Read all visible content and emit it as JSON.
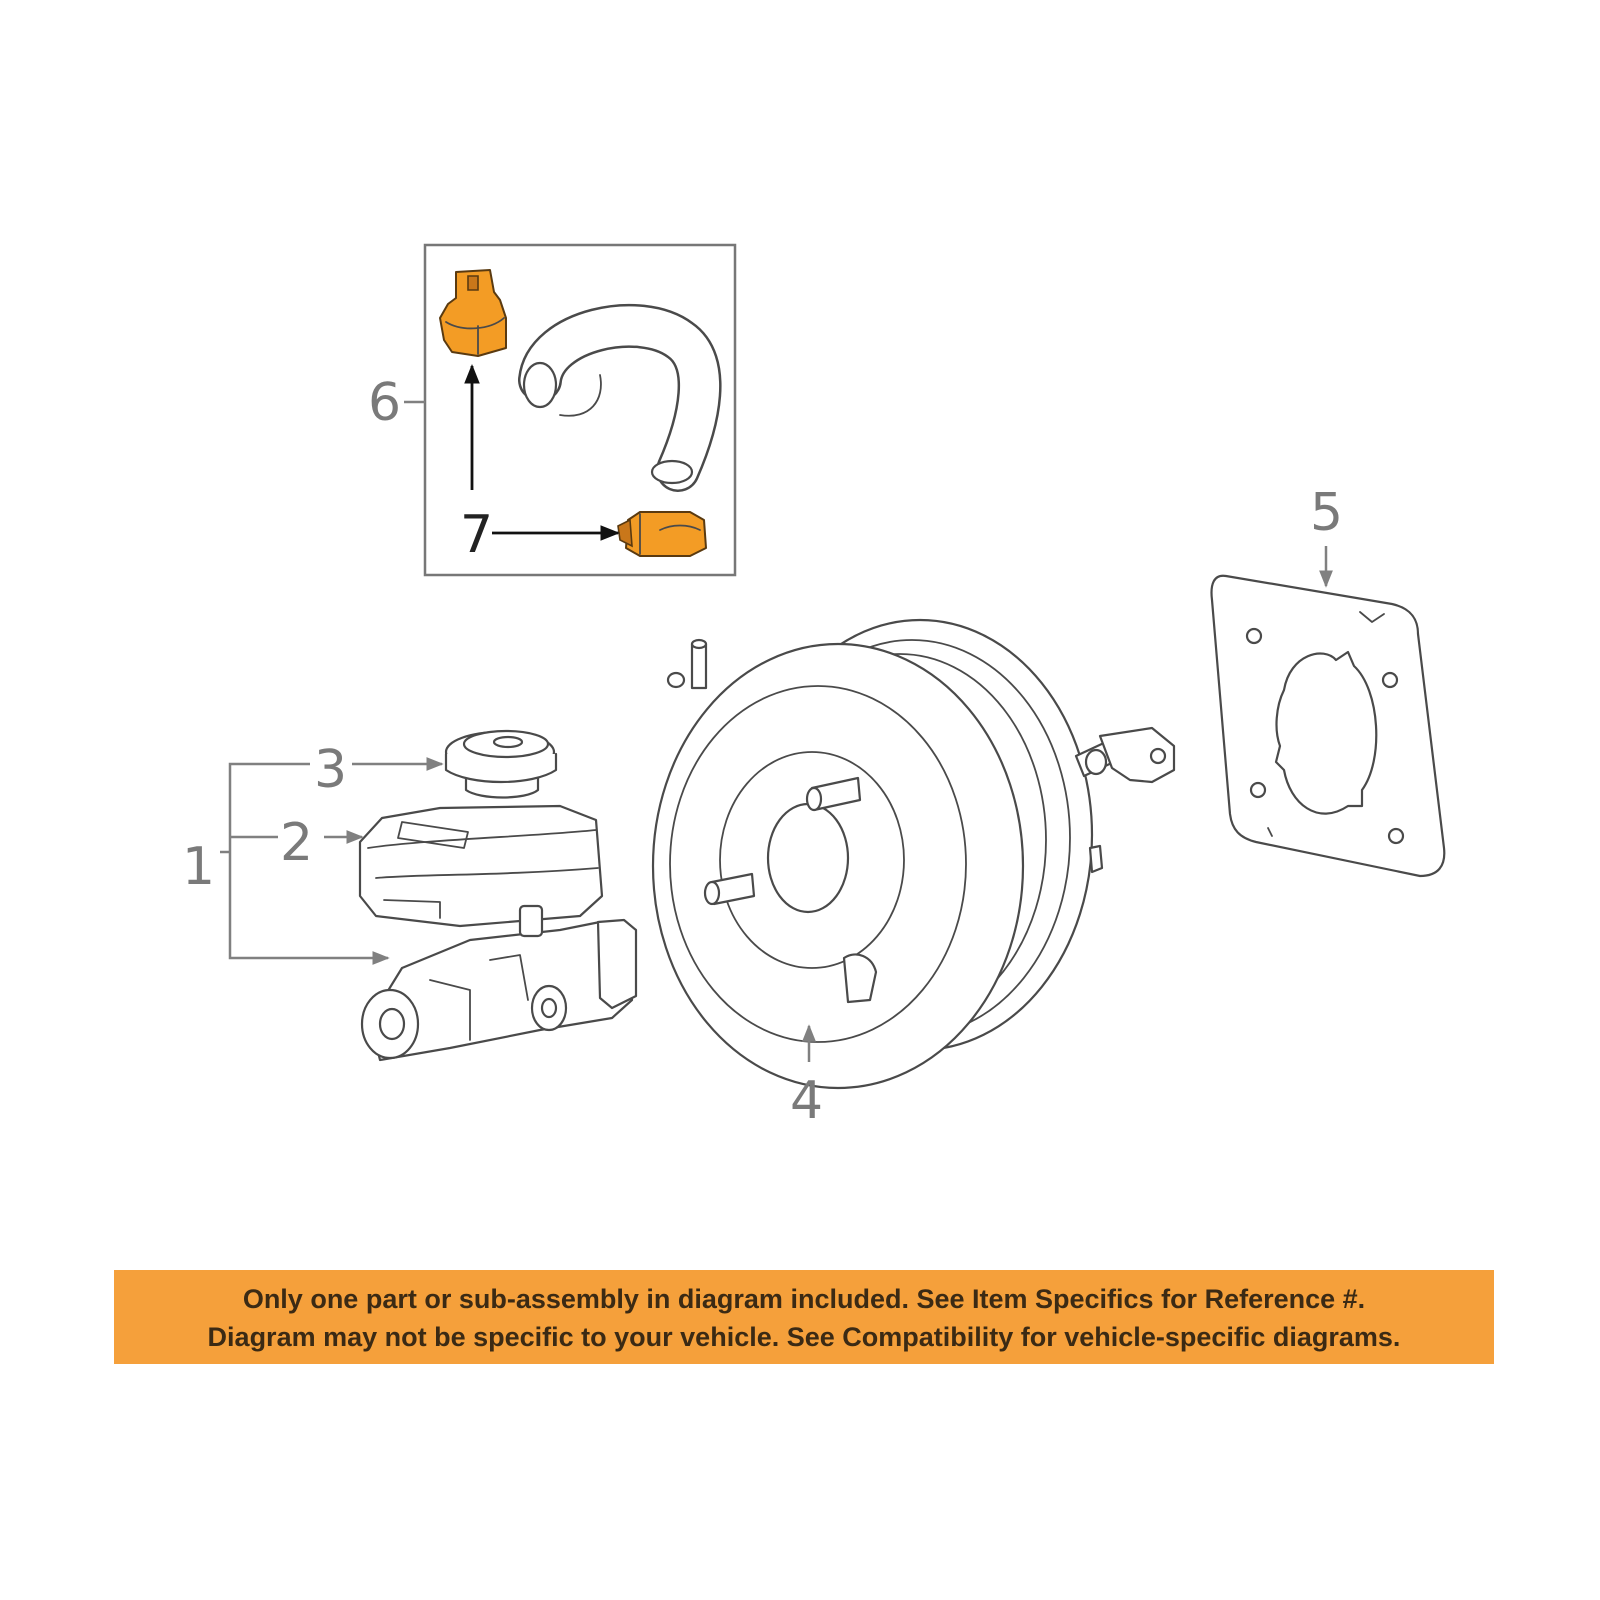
{
  "diagram": {
    "callouts": [
      {
        "id": "1",
        "text": "1"
      },
      {
        "id": "2",
        "text": "2"
      },
      {
        "id": "3",
        "text": "3"
      },
      {
        "id": "4",
        "text": "4"
      },
      {
        "id": "5",
        "text": "5"
      },
      {
        "id": "6",
        "text": "6"
      },
      {
        "id": "7",
        "text": "7"
      }
    ],
    "highlight_color": "#f39c25"
  },
  "banner": {
    "line1": "Only one part or sub-assembly in diagram included. See Item Specifics for Reference #.",
    "line2": "Diagram may not be specific to your vehicle. See Compatibility for vehicle-specific diagrams.",
    "background_color": "#f5a03b"
  }
}
